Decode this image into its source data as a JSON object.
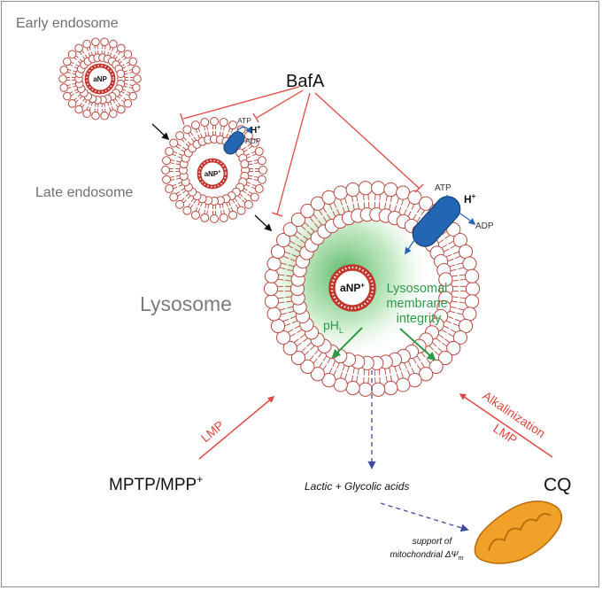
{
  "labels": {
    "early_endosome": "Early endosome",
    "late_endosome": "Late endosome",
    "lysosome": "Lysosome",
    "bafa": "BafA",
    "anp": "aNP",
    "anp_plus_base": "aNP",
    "anp_plus_sup": "+",
    "atp": "ATP",
    "adp": "ADP",
    "h_plus_base": "H",
    "h_plus_sup": "+",
    "lysosomal_membrane_integrity": [
      "Lysosomal",
      "membrane",
      "integrity"
    ],
    "ph_base": "pH",
    "ph_sub": "L",
    "lmp": "LMP",
    "alkalinization": "Alkalinization",
    "mptp_base": "MPTP/MPP",
    "mptp_sup": "+",
    "cq": "CQ",
    "lactic_glycolic": "Lactic + Glycolic acids",
    "support_line1": "support of",
    "support_line2_base": "mitochondrial ΔΨ",
    "support_line2_sub": "m"
  },
  "colors": {
    "membrane": "#b8483e",
    "inhibit": "#e0473f",
    "pump": "#2366b4",
    "green": "#2e9a48",
    "lysosome_text": "#7b7b7b",
    "mito": "#f0a12a",
    "dashed": "#3d4ea2"
  }
}
